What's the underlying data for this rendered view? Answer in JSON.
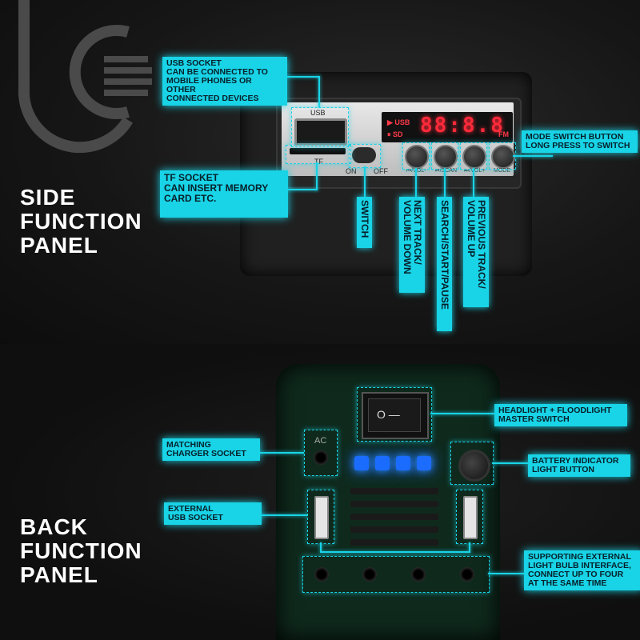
{
  "titles": {
    "side": [
      "SIDE",
      "FUNCTION",
      "PANEL"
    ],
    "back": [
      "BACK",
      "FUNCTION",
      "PANEL"
    ]
  },
  "side_panel": {
    "usb_label": "USB",
    "tf_label": "TF",
    "on_label": "ON",
    "off_label": "OFF",
    "display": {
      "digits": "88:8.8",
      "usb_tag": "▶ USB",
      "sd_tag": "⏸ SD",
      "fm_tag": "FM"
    },
    "button_captions": [
      "⏮/VOL-",
      "⏯/SCAN",
      "⏭/VOL+",
      "MODE"
    ],
    "callouts": {
      "usb": "USB SOCKET\nCAN BE CONNECTED TO\nMOBILE PHONES OR OTHER\nCONNECTED DEVICES",
      "tf": "TF SOCKET\nCAN INSERT MEMORY\nCARD ETC.",
      "mode": "MODE SWITCH BUTTON\nLONG PRESS TO SWITCH",
      "switch": "SWITCH",
      "next": "NEXT TRACK/\nVOLUME DOWN",
      "search": "SEARCH/START/PAUSE",
      "prev": "PREVIOUS TRACK/\nVOLUME UP"
    }
  },
  "back_panel": {
    "ac_label": "AC",
    "rocker_text": "O  —",
    "callouts": {
      "headlight": "HEADLIGHT + FLOODLIGHT\nMASTER SWITCH",
      "charger": "MATCHING\nCHARGER SOCKET",
      "battery": "BATTERY INDICATOR\nLIGHT BUTTON",
      "usb": "EXTERNAL\nUSB SOCKET",
      "bulb": "SUPPORTING EXTERNAL\nLIGHT BULB INTERFACE,\nCONNECT UP TO FOUR\nAT THE SAME TIME"
    }
  },
  "colors": {
    "accent": "#19d3e6",
    "led": "#1b6cff",
    "display": "#ff2a3a"
  }
}
